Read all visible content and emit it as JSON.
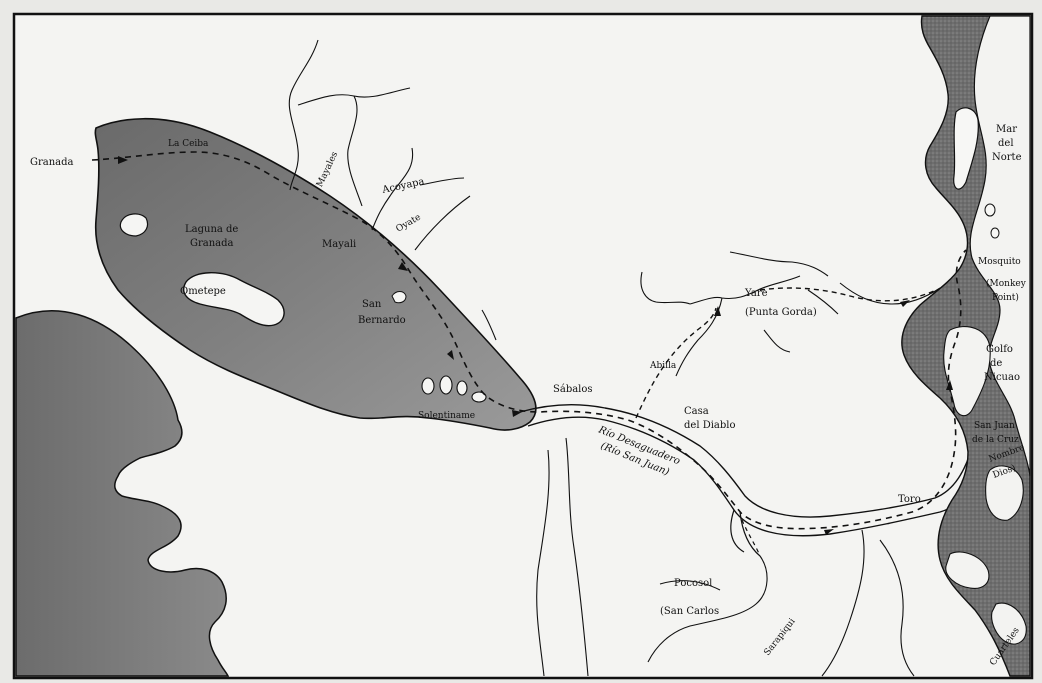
{
  "map": {
    "colors": {
      "paper": "#e9e9e6",
      "frame": "#111111",
      "land_shade": "#777777",
      "water_light": "#f3f3f1",
      "ink": "#111111"
    },
    "labels": {
      "granada": "Granada",
      "la_ceiba": "La Ceiba",
      "laguna_line1": "Laguna de",
      "laguna_line2": "Granada",
      "ometepe": "Ometepe",
      "mayali": "Mayali",
      "mayales": "Mayales",
      "acoyapa": "Acoyapa",
      "oyate": "Oyate",
      "san_bernardo_line1": "San",
      "san_bernardo_line2": "Bernardo",
      "solentiname": "Solentiname",
      "sabalos": "Sábalos",
      "abiila": "Abiila",
      "yare": "Yare",
      "punta_gorda": "(Punta Gorda)",
      "casa_line1": "Casa",
      "casa_line2": "del Diablo",
      "rio_line1": "Río Desaguadero",
      "rio_line2": "(Río San Juan)",
      "toro": "Toro",
      "pocosol": "Pocosol",
      "san_carlos": "(San Carlos",
      "sarapiqui": "Sarapiqui",
      "mar_line1": "Mar",
      "mar_line2": "del",
      "mar_line3": "Norte",
      "monkey_point_line1": "(Monkey",
      "monkey_point_line2": "Point)",
      "golfo_line1": "Golfo",
      "golfo_line2": "de",
      "golfo_line3": "Nicuao",
      "sjc_line1": "San Juan",
      "sjc_line2": "de la Cruz",
      "nombre_de_dios_line1": "Nombre",
      "nombre_de_dios_line2": "Dios)",
      "mosquito": "Mosquito",
      "cuarteles": "Cuarteles"
    }
  }
}
